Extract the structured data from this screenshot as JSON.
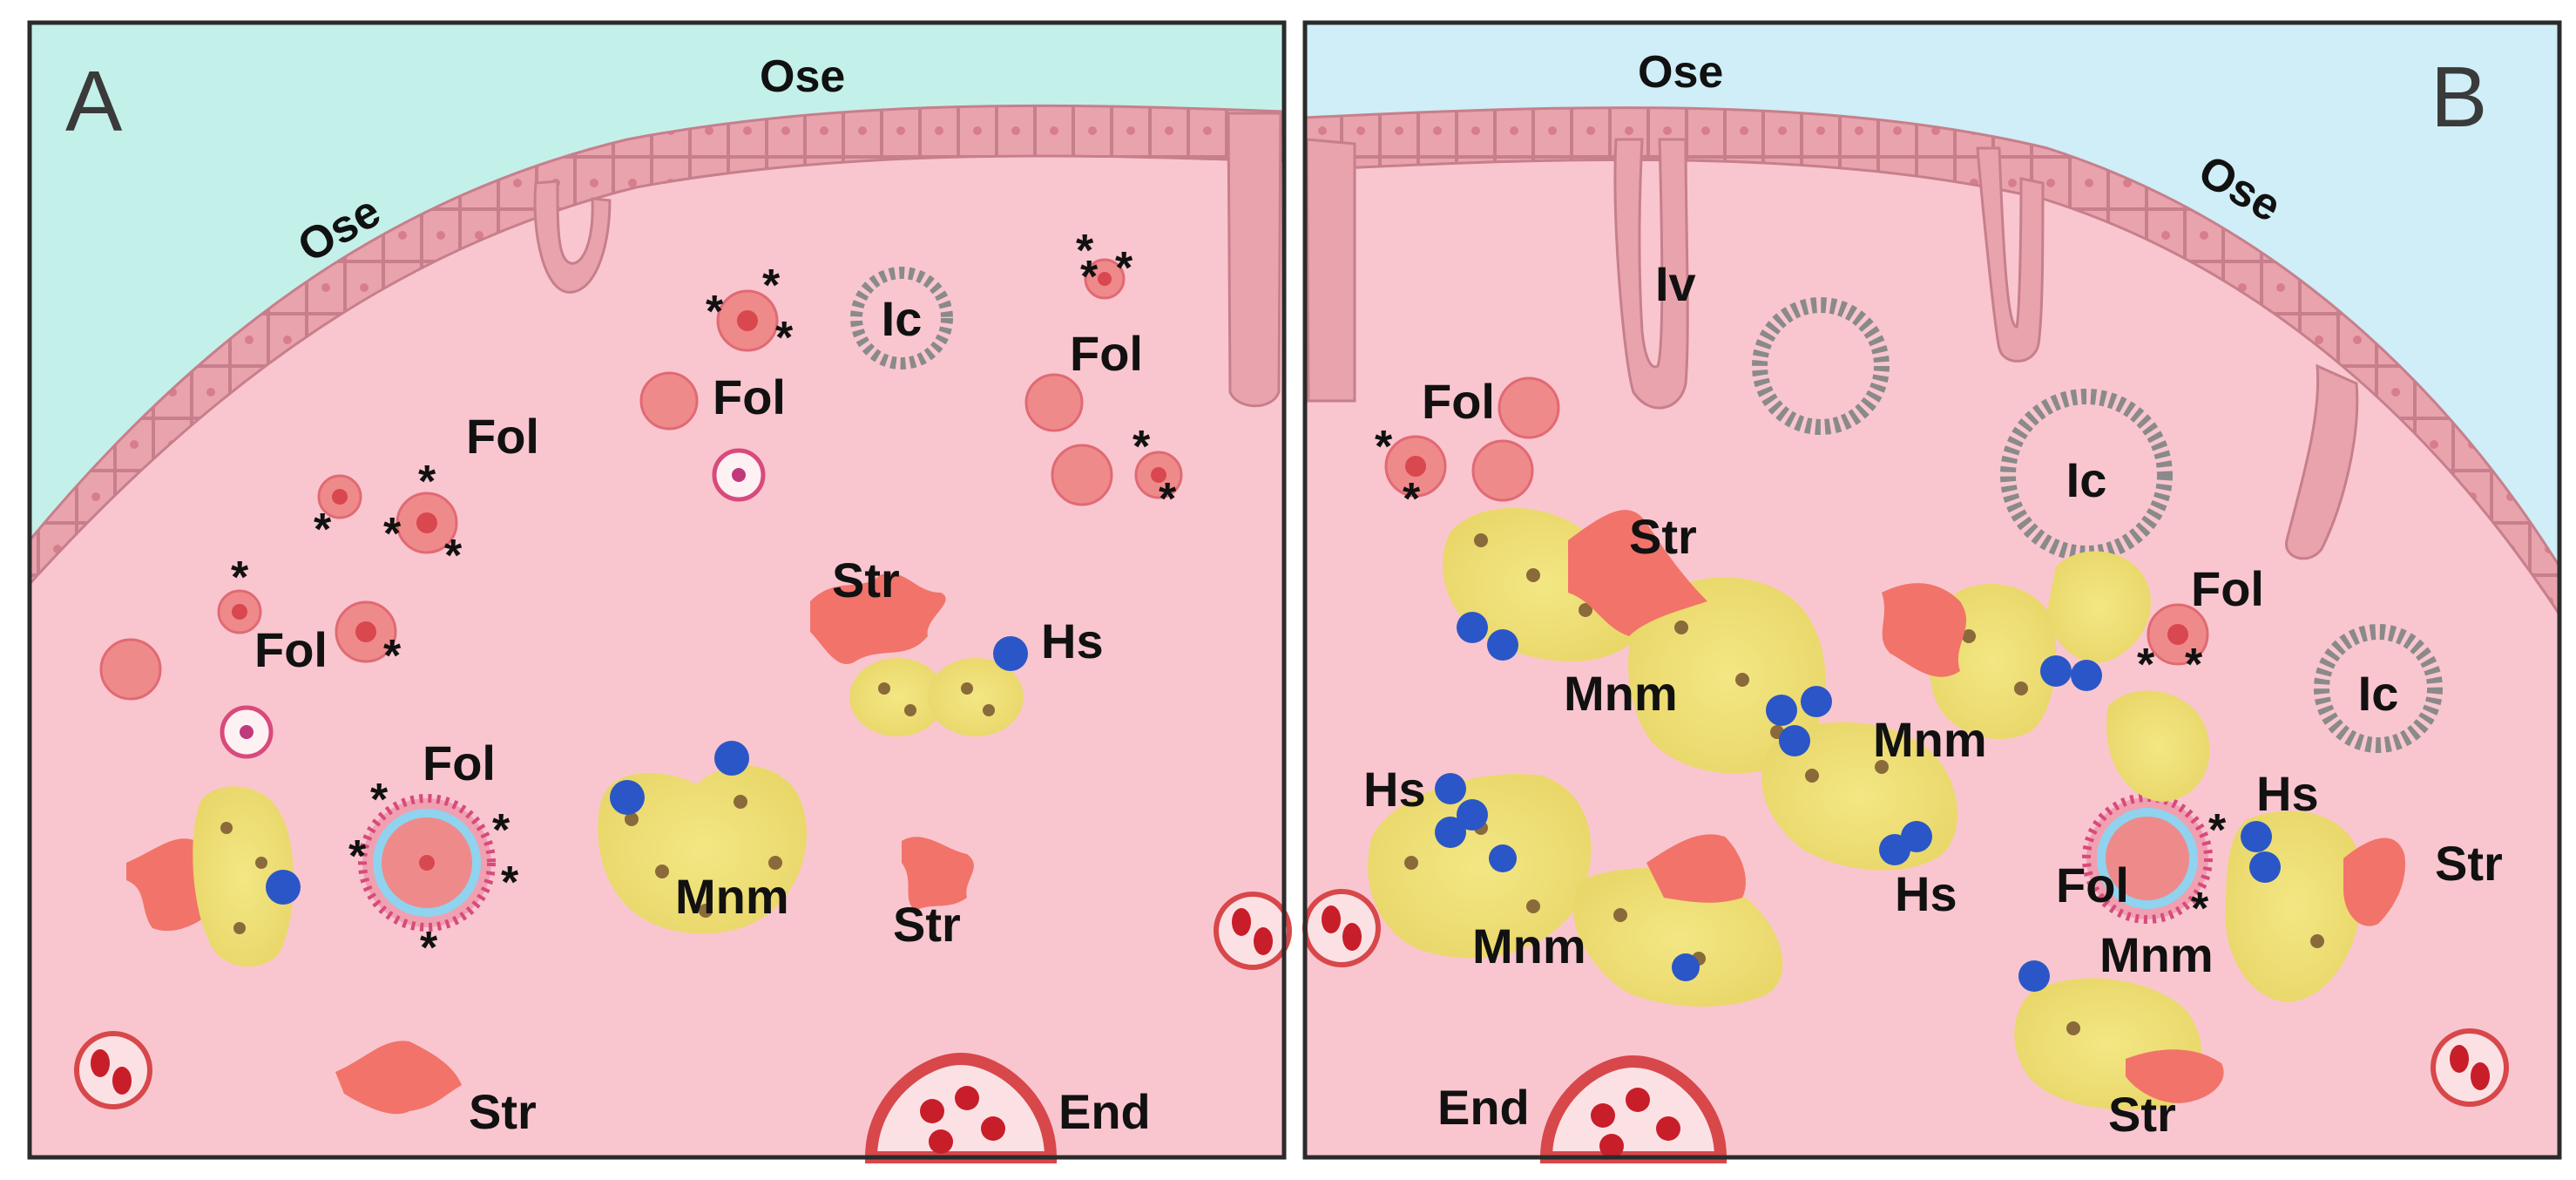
{
  "figure": {
    "panels": [
      {
        "id": "A",
        "letter": "A",
        "labels": {
          "ose_top": "Ose",
          "ose_left": "Ose",
          "ic": "Ic",
          "fol_1": "Fol",
          "fol_2": "Fol",
          "fol_3": "Fol",
          "fol_4": "Fol",
          "fol_5": "Fol",
          "str_1": "Str",
          "str_2": "Str",
          "str_3": "Str",
          "hs": "Hs",
          "mnm": "Mnm",
          "end": "End"
        }
      },
      {
        "id": "B",
        "letter": "B",
        "labels": {
          "ose_top": "Ose",
          "ose_right": "Ose",
          "iv": "Iv",
          "ic_1": "Ic",
          "ic_2": "Ic",
          "fol_1": "Fol",
          "fol_2": "Fol",
          "fol_3": "Fol",
          "str_1": "Str",
          "str_2": "Str",
          "str_3": "Str",
          "mnm_1": "Mnm",
          "mnm_2": "Mnm",
          "mnm_3": "Mnm",
          "mnm_4": "Mnm",
          "hs_1": "Hs",
          "hs_2": "Hs",
          "hs_3": "Hs",
          "end": "End"
        }
      }
    ],
    "asterisk": "*"
  },
  "colors": {
    "ose_bg_a": "#c4f0ea",
    "ose_bg_b": "#cfeef7",
    "tissue": "#f9c6cf",
    "epithelium": "#e9a3ad",
    "epithelium_stroke": "#c77f8c",
    "follicle": "#ef8a8a",
    "follicle_core": "#d9474f",
    "stromal": "#f2736a",
    "macrophage": "#f0e27a",
    "nucleus": "#8a6a3a",
    "hs_blue": "#2b56c7",
    "ic_ring": "#8a8a8a",
    "vessel": "#d8474a",
    "rbc": "#c81e2a",
    "frame": "#2b2b2b"
  }
}
